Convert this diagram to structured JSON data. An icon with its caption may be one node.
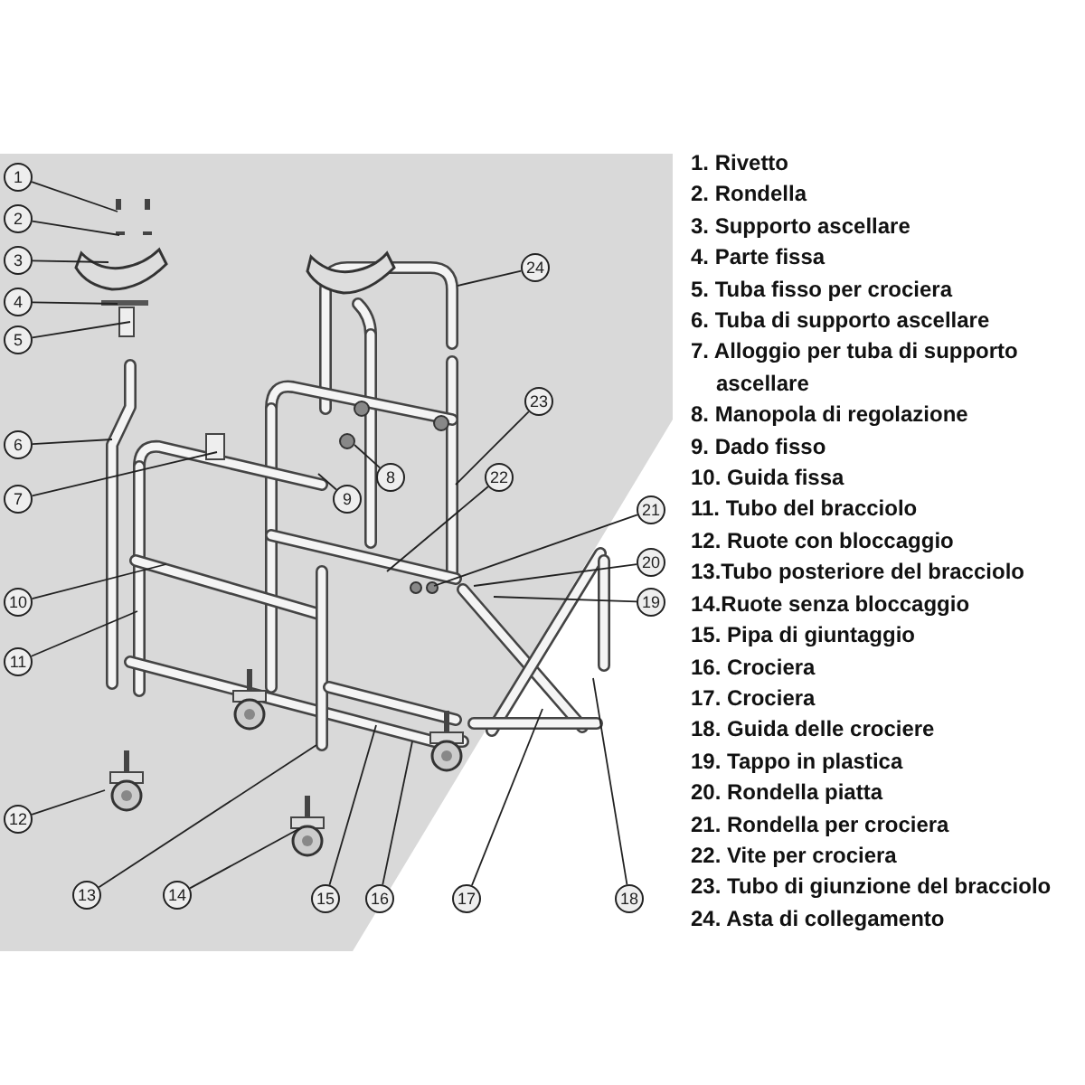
{
  "diagram": {
    "nodes": [
      {
        "text": [
          "1"
        ]
      },
      {
        "text": [
          "2"
        ]
      },
      {
        "text": [
          "3"
        ]
      },
      {
        "text": [
          "4"
        ]
      },
      {
        "text": [
          "5"
        ]
      },
      {
        "text": [
          "6"
        ]
      },
      {
        "text": [
          "7"
        ]
      },
      {
        "text": [
          "8"
        ]
      },
      {
        "text": [
          "9"
        ]
      },
      {
        "text": [
          "10"
        ]
      },
      {
        "text": [
          "11"
        ]
      },
      {
        "text": [
          "12"
        ]
      },
      {
        "text": [
          "13"
        ]
      },
      {
        "text": [
          "14"
        ]
      },
      {
        "text": [
          "15"
        ]
      },
      {
        "text": [
          "16"
        ]
      },
      {
        "text": [
          "17"
        ]
      },
      {
        "text": [
          "18"
        ]
      },
      {
        "text": [
          "19"
        ]
      },
      {
        "text": [
          "20"
        ]
      },
      {
        "text": [
          "21"
        ]
      },
      {
        "text": [
          "22"
        ]
      },
      {
        "text": [
          "23"
        ]
      },
      {
        "text": [
          "24"
        ]
      }
    ],
    "edges": [
      {
        "from": 0,
        "to": null,
        "arrow": "none"
      },
      {
        "from": 1,
        "to": null,
        "arrow": "none"
      },
      {
        "from": 2,
        "to": null,
        "arrow": "none"
      },
      {
        "from": 3,
        "to": null,
        "arrow": "none"
      },
      {
        "from": 4,
        "to": null,
        "arrow": "none"
      },
      {
        "from": 5,
        "to": null,
        "arrow": "none"
      },
      {
        "from": 6,
        "to": null,
        "arrow": "none"
      },
      {
        "from": 7,
        "to": null,
        "arrow": "none"
      },
      {
        "from": 8,
        "to": null,
        "arrow": "none"
      },
      {
        "from": 9,
        "to": null,
        "arrow": "none"
      },
      {
        "from": 10,
        "to": null,
        "arrow": "none"
      },
      {
        "from": 11,
        "to": null,
        "arrow": "none"
      },
      {
        "from": 12,
        "to": null,
        "arrow": "none"
      },
      {
        "from": 13,
        "to": null,
        "arrow": "none"
      },
      {
        "from": 14,
        "to": null,
        "arrow": "none"
      },
      {
        "from": 15,
        "to": null,
        "arrow": "none"
      },
      {
        "from": 16,
        "to": null,
        "arrow": "none"
      },
      {
        "from": 17,
        "to": null,
        "arrow": "none"
      },
      {
        "from": 18,
        "to": null,
        "arrow": "none"
      },
      {
        "from": 19,
        "to": null,
        "arrow": "none"
      },
      {
        "from": 20,
        "to": null,
        "arrow": "none"
      },
      {
        "from": 21,
        "to": null,
        "arrow": "none"
      },
      {
        "from": 22,
        "to": null,
        "arrow": "none"
      },
      {
        "from": 23,
        "to": null,
        "arrow": "none"
      }
    ],
    "labels": [
      "1. Rivetto",
      "2. Rondella",
      "3. Supporto ascellare",
      "4. Parte fissa",
      "5. Tuba fisso per crociera",
      "6. Tuba di supporto ascellare",
      "7. Alloggio per tuba di supporto ascellare",
      "8. Manopola di regolazione",
      "9. Dado fisso",
      "10. Guida fissa",
      "11. Tubo del bracciolo",
      "12. Ruote con bloccaggio",
      "13.Tubo posteriore del bracciolo",
      "14.Ruote senza bloccaggio",
      "15. Pipa di giuntaggio",
      "16. Crociera",
      "17. Crociera",
      "18. Guida delle crociere",
      "19. Tappo in plastica",
      "20. Rondella piatta",
      "21. Rondella per crociera",
      "22. Vite per crociera",
      "23. Tubo di giunzione del bracciolo",
      "24. Asta di collegamento"
    ]
  }
}
